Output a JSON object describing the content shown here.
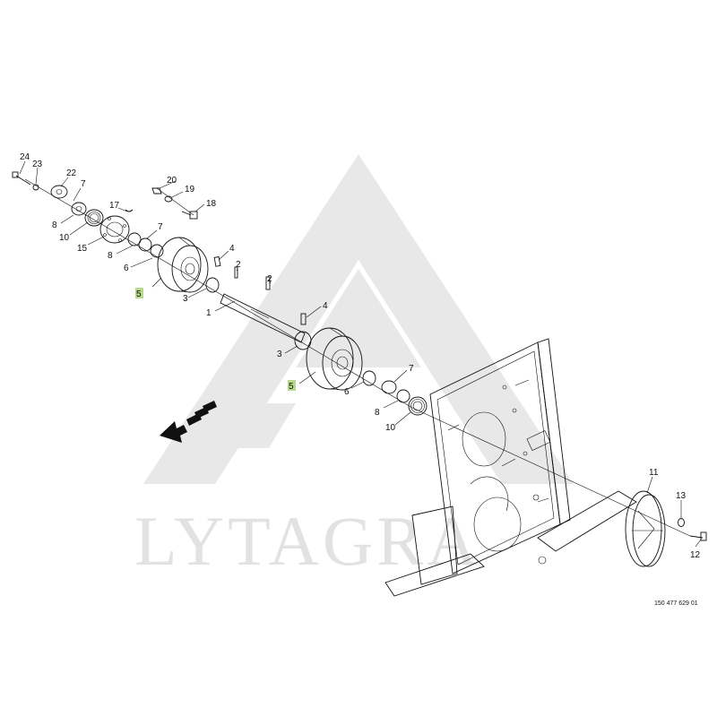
{
  "watermark": {
    "text": "LYTAGRA"
  },
  "drawing_ref": "150 477 629 01",
  "highlight_color": "#b7d98b",
  "callouts": [
    {
      "id": "c24a",
      "text": "24"
    },
    {
      "id": "c23",
      "text": "23"
    },
    {
      "id": "c22",
      "text": "22"
    },
    {
      "id": "c7a",
      "text": "7"
    },
    {
      "id": "c8a",
      "text": "8"
    },
    {
      "id": "c10a",
      "text": "10"
    },
    {
      "id": "c17",
      "text": "17"
    },
    {
      "id": "c15",
      "text": "15"
    },
    {
      "id": "c8b",
      "text": "8"
    },
    {
      "id": "c7b",
      "text": "7"
    },
    {
      "id": "c6a",
      "text": "6"
    },
    {
      "id": "c5a",
      "text": "5"
    },
    {
      "id": "c20",
      "text": "20"
    },
    {
      "id": "c19",
      "text": "19"
    },
    {
      "id": "c18",
      "text": "18"
    },
    {
      "id": "c4a",
      "text": "4"
    },
    {
      "id": "c2a",
      "text": "2"
    },
    {
      "id": "c3a",
      "text": "3"
    },
    {
      "id": "c1",
      "text": "1"
    },
    {
      "id": "c2b",
      "text": "2"
    },
    {
      "id": "c4b",
      "text": "4"
    },
    {
      "id": "c3b",
      "text": "3"
    },
    {
      "id": "c5b",
      "text": "5"
    },
    {
      "id": "c6b",
      "text": "6"
    },
    {
      "id": "c7c",
      "text": "7"
    },
    {
      "id": "c8c",
      "text": "8"
    },
    {
      "id": "c10b",
      "text": "10"
    },
    {
      "id": "c11",
      "text": "11"
    },
    {
      "id": "c13",
      "text": "13"
    },
    {
      "id": "c12",
      "text": "12"
    }
  ]
}
